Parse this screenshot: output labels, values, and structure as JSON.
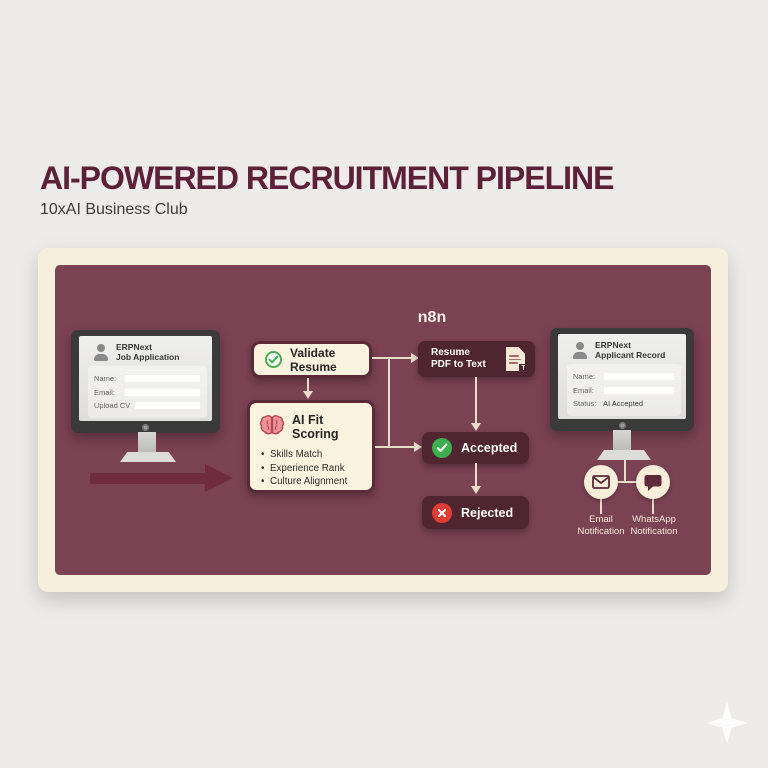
{
  "header": {
    "title": "AI-POWERED RECRUITMENT PIPELINE",
    "subtitle": "10xAI Business Club"
  },
  "panel": {
    "n8n_label": "n8n"
  },
  "left_monitor": {
    "brand": "ERPNext",
    "screen_name": "Job Application",
    "fields": [
      {
        "label": "Name:"
      },
      {
        "label": "Email:"
      },
      {
        "label": "Upload CV"
      }
    ]
  },
  "flow": {
    "validate": {
      "label": "Validate Resume"
    },
    "ai_fit": {
      "title": "AI Fit Scoring",
      "bullets": [
        "Skills Match",
        "Experience Rank",
        "Culture Alignment"
      ]
    },
    "resume_pdf": {
      "line1": "Resume",
      "line2": "PDF to Text",
      "badge": "T"
    },
    "accepted": {
      "label": "Accepted"
    },
    "rejected": {
      "label": "Rejected"
    }
  },
  "right_monitor": {
    "brand": "ERPNext",
    "screen_name": "Applicant Record",
    "fields": [
      {
        "label": "Name:"
      },
      {
        "label": "Email:"
      }
    ],
    "status_label": "Status:",
    "status_value": "AI Accepted"
  },
  "notifications": [
    {
      "icon": "email-icon",
      "line1": "Email",
      "line2": "Notification"
    },
    {
      "icon": "whatsapp-icon",
      "line1": "WhatsApp",
      "line2": "Notification"
    }
  ],
  "colors": {
    "page_bg": "#edecea",
    "panel_border": "#f7efdb",
    "panel_bg": "#7b4254",
    "dark_box": "#4f2531",
    "cream_box": "#faf3df",
    "box_border": "#5b2a38",
    "accent_green": "#3faf4e",
    "accent_red": "#e03c31",
    "flow_arrow": "#6e2c3e",
    "connector": "#e8ddc6",
    "title_color": "#5c2138"
  }
}
